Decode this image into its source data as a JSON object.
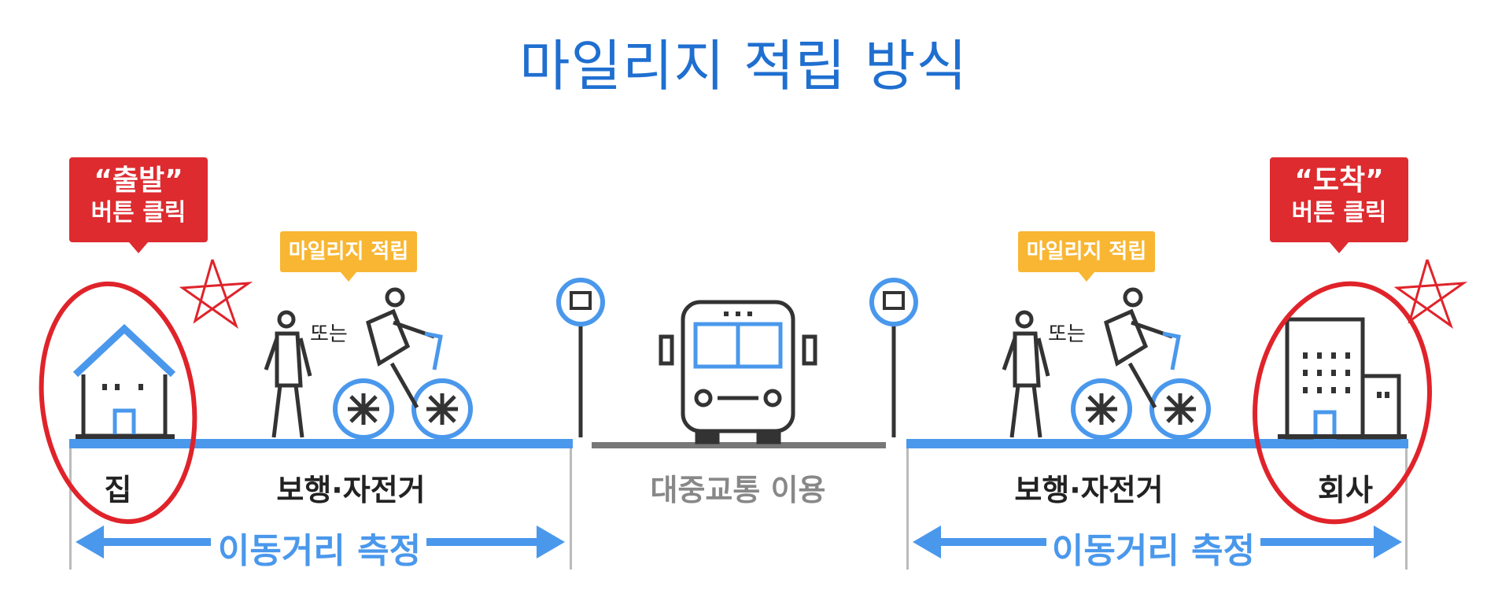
{
  "title": "마일리지 적립 방식",
  "start_callout": {
    "line1": "“출발”",
    "line2": "버튼 클릭"
  },
  "end_callout": {
    "line1": "“도착”",
    "line2": "버튼 클릭"
  },
  "mileage_badge": "마일리지 적립",
  "or_text": "또는",
  "labels": {
    "home": "집",
    "walk_bike": "보행·자전거",
    "public_transit": "대중교통 이용",
    "company": "회사"
  },
  "measure_text": "이동거리 측정",
  "colors": {
    "title_blue": "#1f6fd0",
    "road_blue": "#4a98ec",
    "callout_red": "#dd2b2f",
    "badge_orange": "#f8b632",
    "gray": "#777777"
  }
}
